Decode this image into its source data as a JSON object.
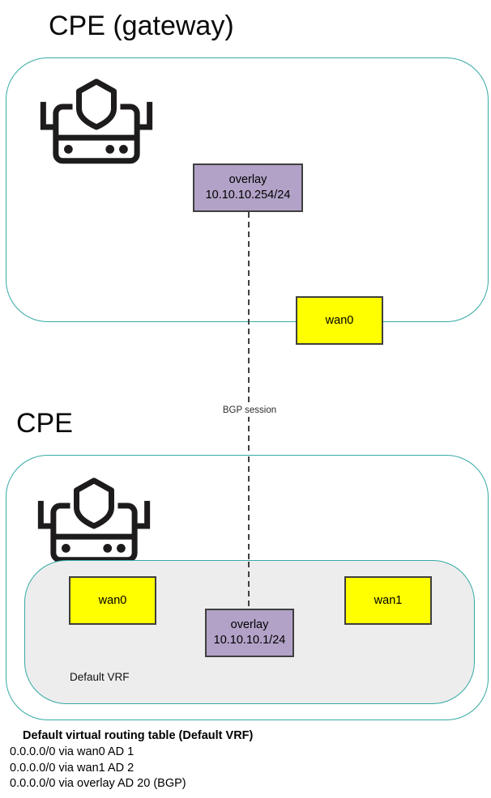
{
  "gateway": {
    "title": "CPE (gateway)",
    "overlay_interface": {
      "name": "overlay",
      "address": "10.10.10.254/24"
    },
    "wan0_label": "wan0"
  },
  "bgp": {
    "label": "BGP session"
  },
  "cpe": {
    "title": "CPE",
    "vrf_label": "Default VRF",
    "wan0_label": "wan0",
    "wan1_label": "wan1",
    "overlay_interface": {
      "name": "overlay",
      "address": "10.10.10.1/24"
    }
  },
  "routing_table": {
    "title": "Default virtual routing table (Default VRF)",
    "routes": [
      "0.0.0.0/0 via wan0 AD 1",
      "0.0.0.0/0 via wan1 AD 2",
      "0.0.0.0/0 via overlay AD 20 (BGP)"
    ]
  },
  "colors": {
    "teal_border": "#35aaa4",
    "interface_yellow": "#ffff00",
    "overlay_purple": "#b2a2c7",
    "vrf_gray": "#ededed",
    "dashed_line": "#404040",
    "icon_ink": "#1d1b1b"
  }
}
